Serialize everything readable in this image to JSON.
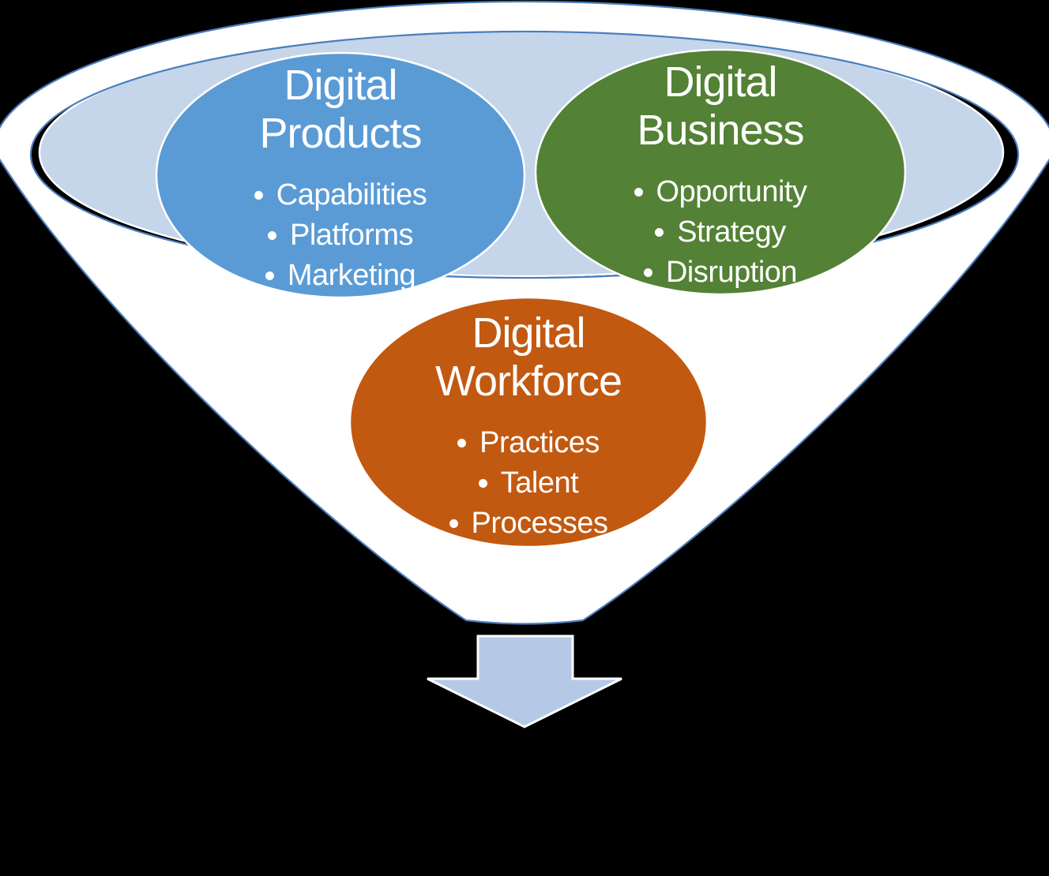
{
  "background_color": "#000000",
  "diagram_type": "funnel",
  "funnel": {
    "body_fill": "#FFFFFF",
    "outline_color": "#4A7EBD",
    "mouth_fill": "#C5D5EA",
    "mouth_outline": "#FFFFFF"
  },
  "arrow": {
    "fill": "#B5C9E7",
    "outline": "#FFFFFF",
    "direction": "down"
  },
  "bubbles": [
    {
      "id": "digital-products",
      "title_line1": "Digital",
      "title_line2": "Products",
      "bullets": [
        "Capabilities",
        "Platforms",
        "Marketing"
      ],
      "fill": "#5B9BD5",
      "outline": "#FFFFFF",
      "text_color": "#FFFFFF"
    },
    {
      "id": "digital-business",
      "title_line1": "Digital",
      "title_line2": "Business",
      "bullets": [
        "Opportunity",
        "Strategy",
        "Disruption"
      ],
      "fill": "#538135",
      "outline": "#FFFFFF",
      "text_color": "#FFFFFF"
    },
    {
      "id": "digital-workforce",
      "title_line1": "Digital",
      "title_line2": "Workforce",
      "bullets": [
        "Practices",
        "Talent",
        "Processes"
      ],
      "fill": "#C25911",
      "outline": "#FFFFFF",
      "text_color": "#FFFFFF"
    }
  ]
}
